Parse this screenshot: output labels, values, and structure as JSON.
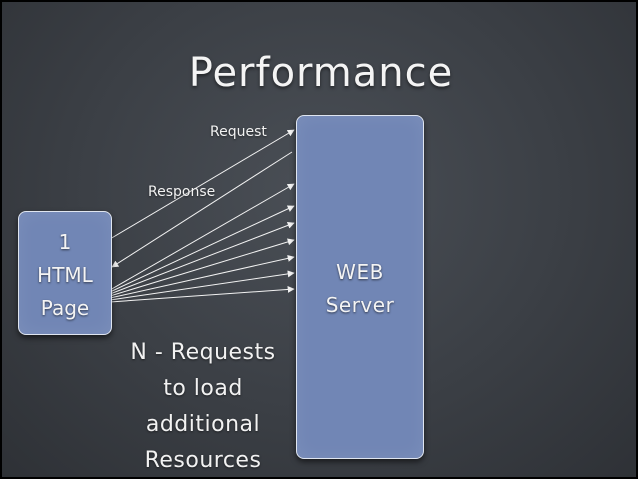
{
  "title": "Performance",
  "html_page": {
    "lines": [
      "1",
      "HTML",
      "Page"
    ]
  },
  "web_server": {
    "lines": [
      "WEB",
      "Server"
    ]
  },
  "labels": {
    "request": "Request",
    "response": "Response"
  },
  "caption": {
    "lines": [
      "N - Requests",
      "to load",
      "additional",
      "Resources"
    ]
  }
}
